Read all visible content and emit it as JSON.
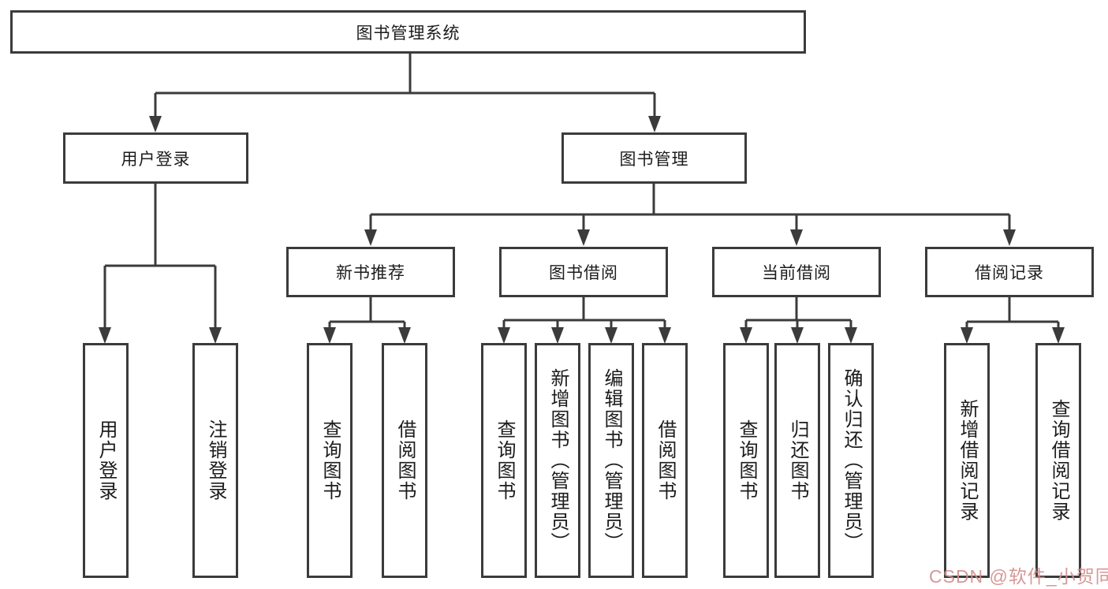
{
  "diagram_title": "图书管理系统",
  "tree": {
    "label": "图书管理系统",
    "children": [
      {
        "label": "用户登录",
        "children": [
          {
            "label": "用户登录"
          },
          {
            "label": "注销登录"
          }
        ]
      },
      {
        "label": "图书管理",
        "children": [
          {
            "label": "新书推荐",
            "children": [
              {
                "label": "查询图书"
              },
              {
                "label": "借阅图书"
              }
            ]
          },
          {
            "label": "图书借阅",
            "children": [
              {
                "label": "查询图书"
              },
              {
                "label": "新增图书（管理员）"
              },
              {
                "label": "编辑图书（管理员）"
              },
              {
                "label": "借阅图书"
              }
            ]
          },
          {
            "label": "当前借阅",
            "children": [
              {
                "label": "查询图书"
              },
              {
                "label": "归还图书"
              },
              {
                "label": "确认归还（管理员）"
              }
            ]
          },
          {
            "label": "借阅记录",
            "children": [
              {
                "label": "新增借阅记录"
              },
              {
                "label": "查询借阅记录"
              }
            ]
          }
        ]
      }
    ]
  },
  "watermark": {
    "text": "CSDN @软件_小贺同学",
    "color": "#d2908e"
  },
  "colors": {
    "line": "#3b3b3b",
    "text": "#1c1c1c",
    "background": "#ffffff"
  }
}
